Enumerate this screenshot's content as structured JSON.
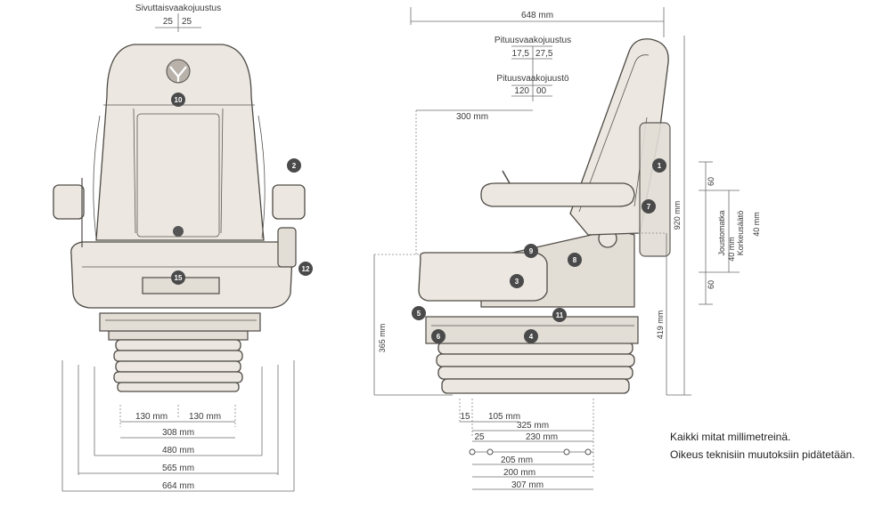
{
  "front": {
    "lateral": {
      "label": "Sivuttaisvaakojuustus",
      "left": "25",
      "right": "25"
    },
    "dims": {
      "d130a": "130 mm",
      "d130b": "130 mm",
      "d308": "308 mm",
      "d480": "480 mm",
      "d565": "565 mm",
      "d664": "664 mm"
    },
    "badges": {
      "b10": "10",
      "b2": "2",
      "b12": "12",
      "b15": "15"
    }
  },
  "side": {
    "d648": "648 mm",
    "fore_aft": {
      "label": "Pituusvaakojuustus",
      "left": "17,5",
      "right": "27,5"
    },
    "longitudinal": {
      "label": "Pituusvaakojuustö",
      "left": "120",
      "right": "00"
    },
    "d300": "300 mm",
    "d920": "920 mm",
    "d365": "365 mm",
    "d419": "419 mm",
    "height_group": {
      "top": "60",
      "bottom": "60",
      "label1": "Joustomatka",
      "label2": "Korkeusäätö",
      "val1": "40 mm",
      "val2": "40 mm"
    },
    "bottom_dims": {
      "d15": "15",
      "d105": "105 mm",
      "d325": "325 mm",
      "d25": "25",
      "d230": "230 mm",
      "d205": "205 mm",
      "d200": "200 mm",
      "d307": "307 mm"
    },
    "badges": {
      "b1": "1",
      "b7": "7",
      "b9": "9",
      "b8": "8",
      "b3": "3",
      "b5": "5",
      "b11": "11",
      "b6": "6",
      "b4": "4"
    }
  },
  "notes": {
    "line1": "Kaikki mitat millimetreinä.",
    "line2": "Oikeus teknisiin muutoksiin pidätetään."
  }
}
